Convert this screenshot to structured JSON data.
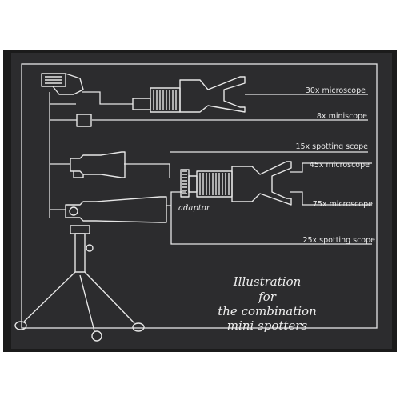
{
  "labels": {
    "microscope_30x": "30x microscope",
    "miniscope_8x": "8x miniscope",
    "spotting_15x": "15x spotting scope",
    "microscope_45x": "45x microscope",
    "adaptor": "adaptor",
    "microscope_75x": "75x microscope",
    "spotting_25x": "25x spotting scope"
  },
  "caption": {
    "line1": "Illustration",
    "line2": "for",
    "line3": "the combination",
    "line4": "mini spotters"
  },
  "colors": {
    "board": "#2c2c2e",
    "frame_outer": "#1b1b1b",
    "ink": "#e6e6e6",
    "background": "#ffffff"
  }
}
